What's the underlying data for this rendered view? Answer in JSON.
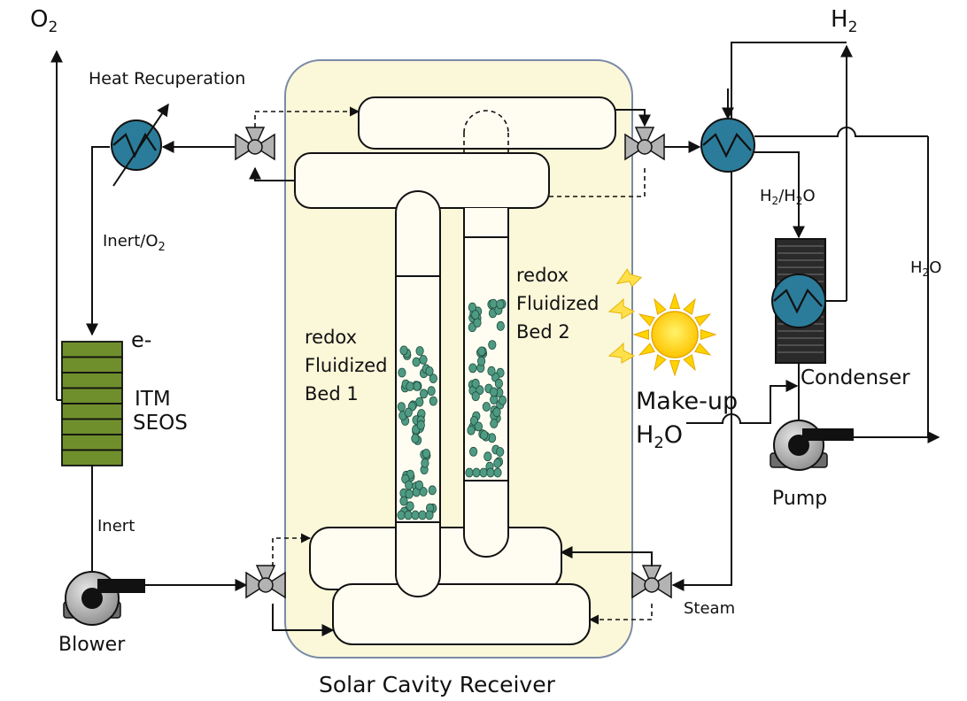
{
  "labels": {
    "o2_outlet": "O",
    "o2_sub": "2",
    "h2_outlet": "H",
    "h2_sub": "2",
    "heat_recuperation": "Heat Recuperation",
    "inert_o2_main": "Inert/O",
    "inert_o2_sub": "2",
    "electron": "e-",
    "itm_line1": "ITM",
    "itm_line2": "SEOS",
    "inert": "Inert",
    "blower": "Blower",
    "bed1_line1": "redox",
    "bed1_line2": "Fluidized",
    "bed1_line3": "Bed 1",
    "bed2_line1": "redox",
    "bed2_line2": "Fluidized",
    "bed2_line3": "Bed 2",
    "makeup_line1": "Make-up",
    "makeup_line2_main": "H",
    "makeup_line2_sub": "2",
    "makeup_line2_end": "O",
    "h2_h2o_a": "H",
    "h2_h2o_sub1": "2",
    "h2_h2o_b": "/H",
    "h2_h2o_sub2": "2",
    "h2_h2o_c": "O",
    "h2o_right_main": "H",
    "h2o_right_sub": "2",
    "h2o_right_end": "O",
    "condenser": "Condenser",
    "pump": "Pump",
    "steam": "Steam",
    "solar_cavity_receiver": "Solar Cavity Receiver"
  },
  "colors": {
    "receiver_fill": "#fbf7d9",
    "receiver_stroke": "#7a8aa6",
    "heat_exchanger": "#2b7c9a",
    "itm_green": "#6f8f2c",
    "particle": "#4f9a82",
    "sun": "#ffd400",
    "valve": "#b3b3b3"
  }
}
